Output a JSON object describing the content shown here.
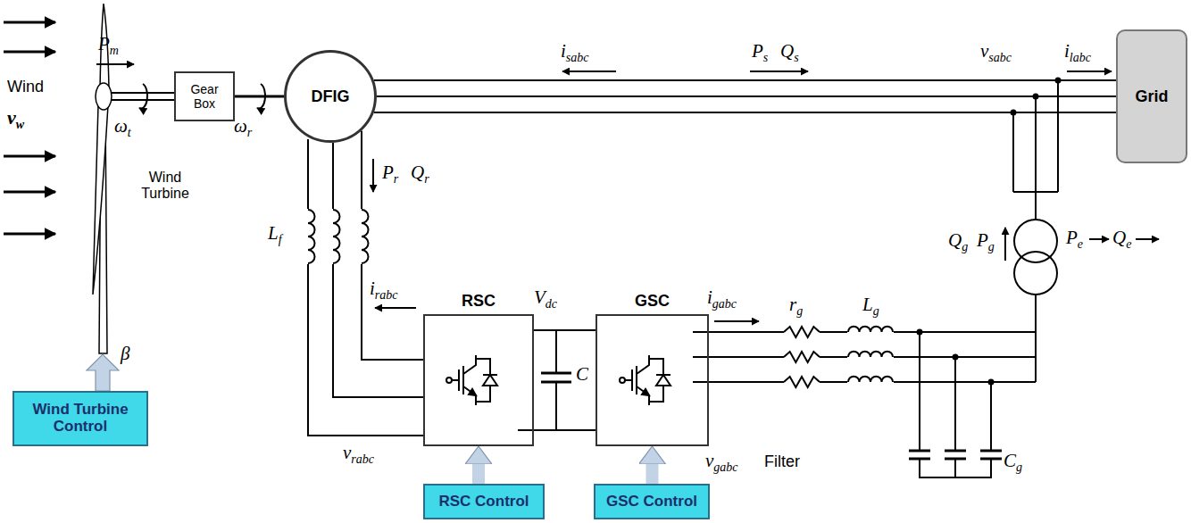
{
  "diagram": {
    "nodes": [
      {
        "text": [
          "Wind Turbine Control"
        ]
      },
      {
        "text": [
          "Gear Box"
        ]
      },
      {
        "text": [
          "DFIG"
        ]
      },
      {
        "text": [
          "RSC"
        ]
      },
      {
        "text": [
          "GSC"
        ]
      },
      {
        "text": [
          "Grid"
        ]
      },
      {
        "text": [
          "RSC Control"
        ]
      },
      {
        "text": [
          "GSC Control"
        ]
      }
    ],
    "edges": [
      {
        "from": 1,
        "to": 2,
        "arrow": "none"
      },
      {
        "from": 2,
        "to": 5,
        "arrow": "none"
      },
      {
        "from": 2,
        "to": 3,
        "arrow": "none"
      },
      {
        "from": 3,
        "to": 4,
        "arrow": "none"
      },
      {
        "from": 6,
        "to": 3,
        "arrow": "to"
      },
      {
        "from": 7,
        "to": 4,
        "arrow": "to"
      }
    ],
    "labels": [
      "Wind",
      "Pm",
      "vw",
      "ωt",
      "ωr",
      "Wind Turbine",
      "β",
      "isabc",
      "Ps",
      "Qs",
      "vsabc",
      "ilabc",
      "Pr",
      "Qr",
      "Lf",
      "irabc",
      "Vdc",
      "C",
      "igabc",
      "rg",
      "Lg",
      "Qg",
      "Pg",
      "Pe",
      "Qe",
      "vrabc",
      "vgabc",
      "Filter",
      "Cg"
    ]
  }
}
